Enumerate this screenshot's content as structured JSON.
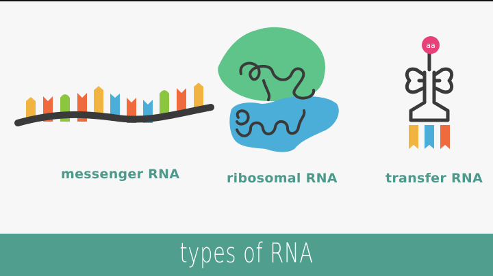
{
  "labels": {
    "mrna": "messenger RNA",
    "rrna": "ribosomal RNA",
    "trna": "transfer RNA"
  },
  "trna_badge": "aa",
  "footer": {
    "title": "types of RNA"
  },
  "colors": {
    "label_teal": "#4d9a8c",
    "footer_bg": "#4f9e8e",
    "backbone": "#3a3a3a",
    "ribosome_large": "#5ec48a",
    "ribosome_small": "#4aaed8",
    "badge": "#e8417a",
    "base_yellow": "#f2b441",
    "base_red": "#ef6a3d",
    "base_green": "#8cc63f",
    "base_blue": "#4aaed8"
  }
}
